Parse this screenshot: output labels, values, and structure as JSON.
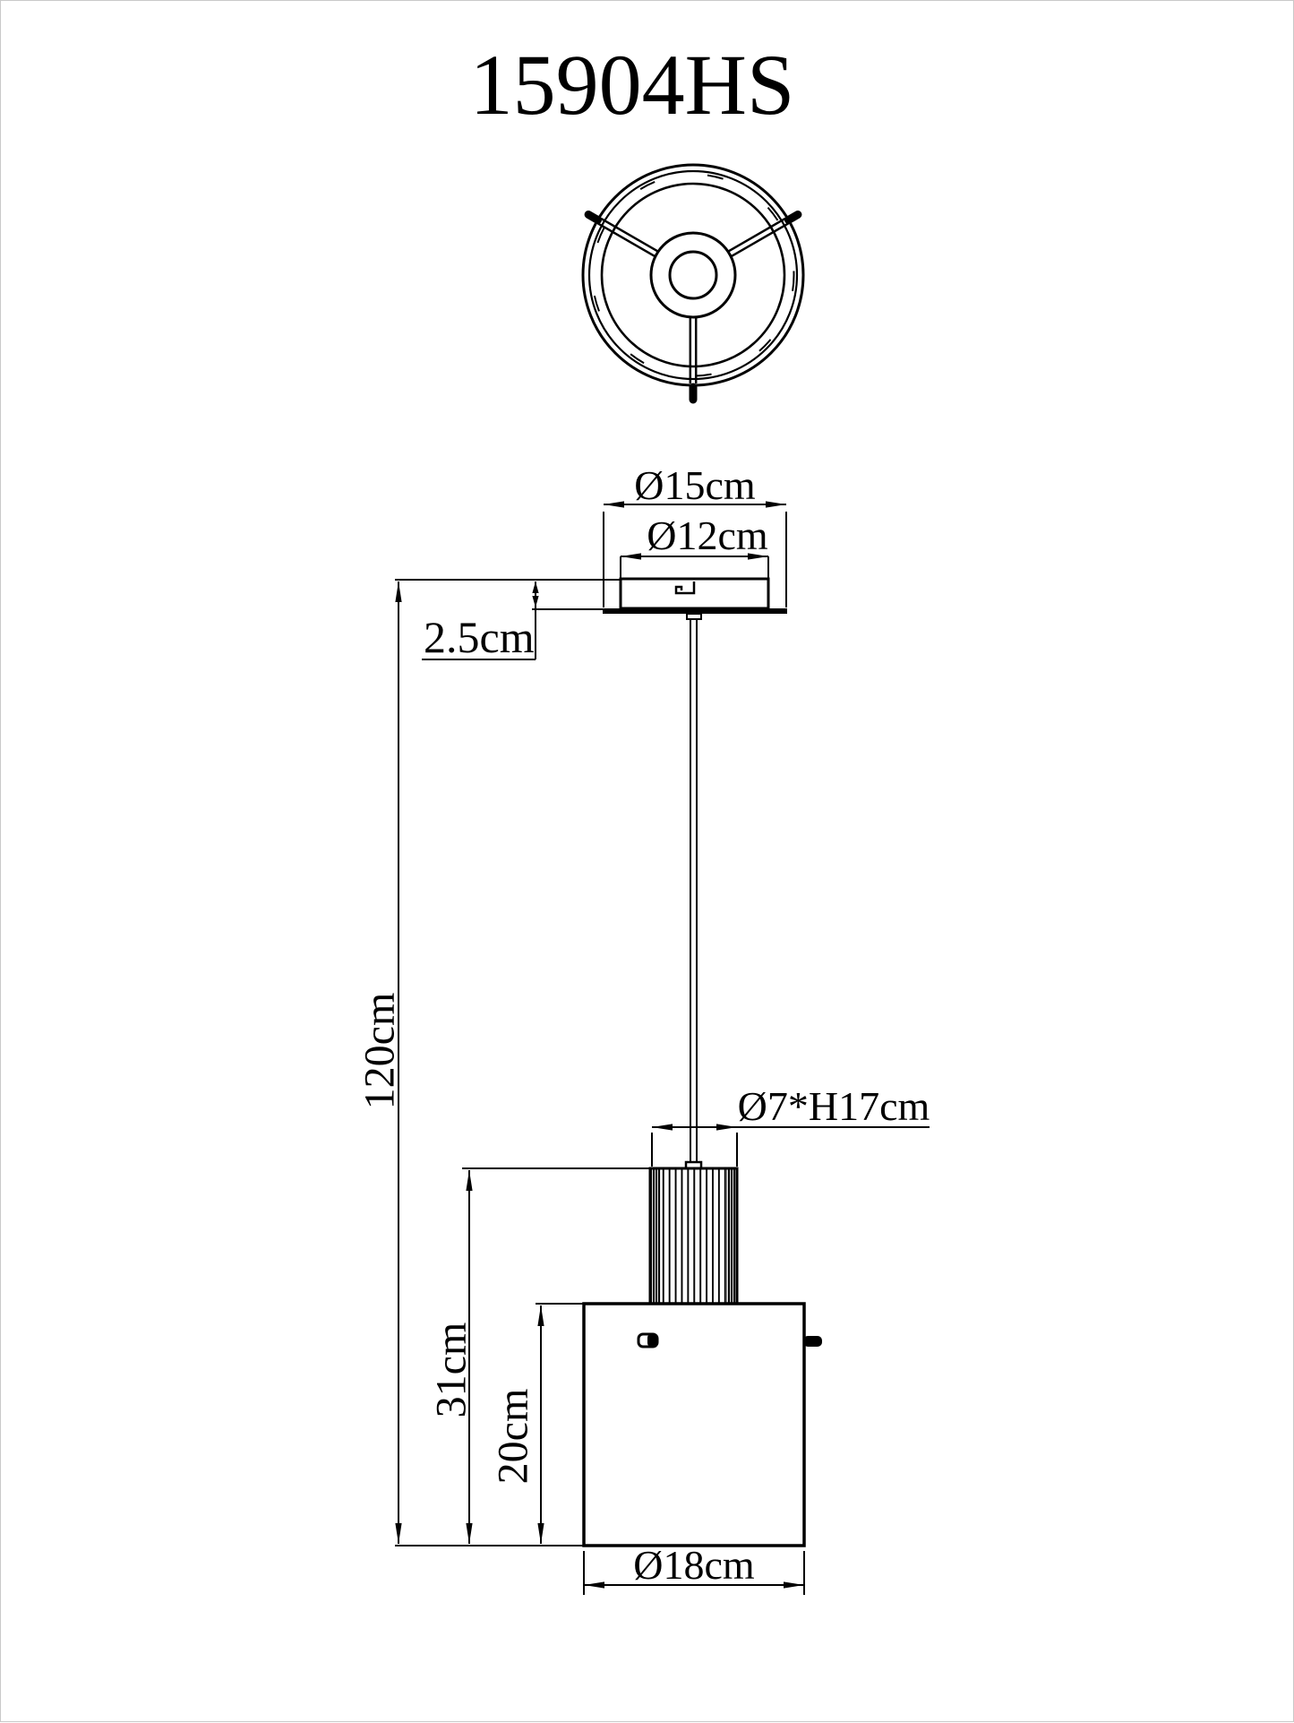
{
  "title": "15904HS",
  "dimensions": {
    "canopy_outer": "Ø15cm",
    "canopy_inner": "Ø12cm",
    "canopy_thickness": "2.5cm",
    "suspension_height": "120cm",
    "tube": "Ø7*H17cm",
    "fixture_height": "31cm",
    "shade_height": "20cm",
    "shade_diameter": "Ø18cm"
  },
  "colors": {
    "line": "#000000",
    "background": "#ffffff"
  }
}
